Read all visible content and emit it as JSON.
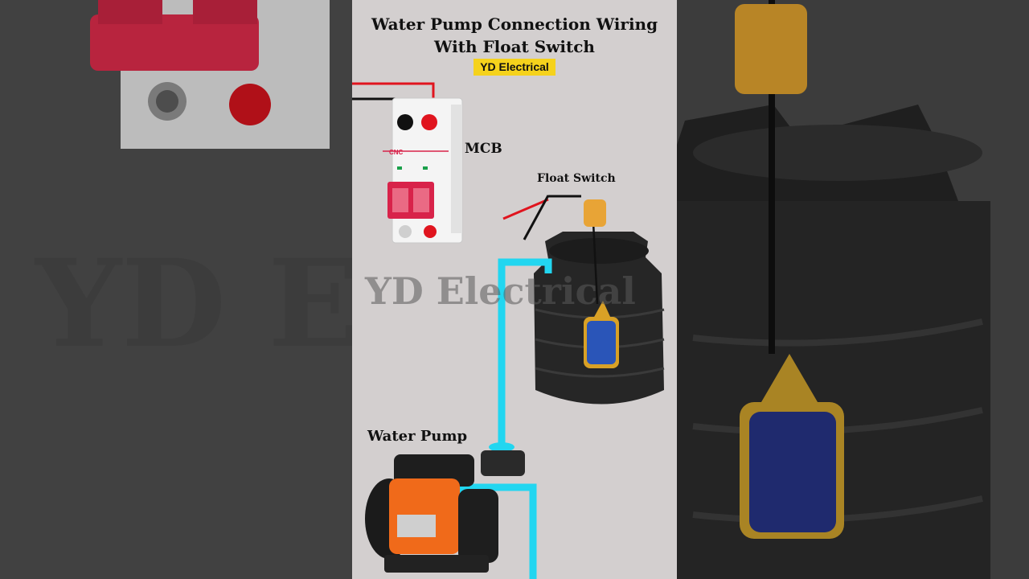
{
  "diagram": {
    "title_line1": "Water Pump Connection Wiring",
    "title_line2": "With Float Switch",
    "brand": "YD Electrical",
    "labels": {
      "mcb": "MCB",
      "float_switch": "Float Switch",
      "water_pump": "Water Pump"
    },
    "mcb_logo": "CNC",
    "watermark": "YD Electrical"
  },
  "colors": {
    "live_wire": "#e0141e",
    "neutral_wire": "#111111",
    "pipe": "#22d6f0",
    "mcb_handle": "#d8234a",
    "pump_body": "#f06a1a",
    "float_cable": "#e8a436",
    "float_ball": "#2a55b8",
    "tank": "#2a2a2a",
    "brand_bg": "#f5d21c"
  },
  "icons": [
    "mcb-breaker-icon",
    "water-tank-icon",
    "float-switch-icon",
    "water-pump-icon"
  ]
}
